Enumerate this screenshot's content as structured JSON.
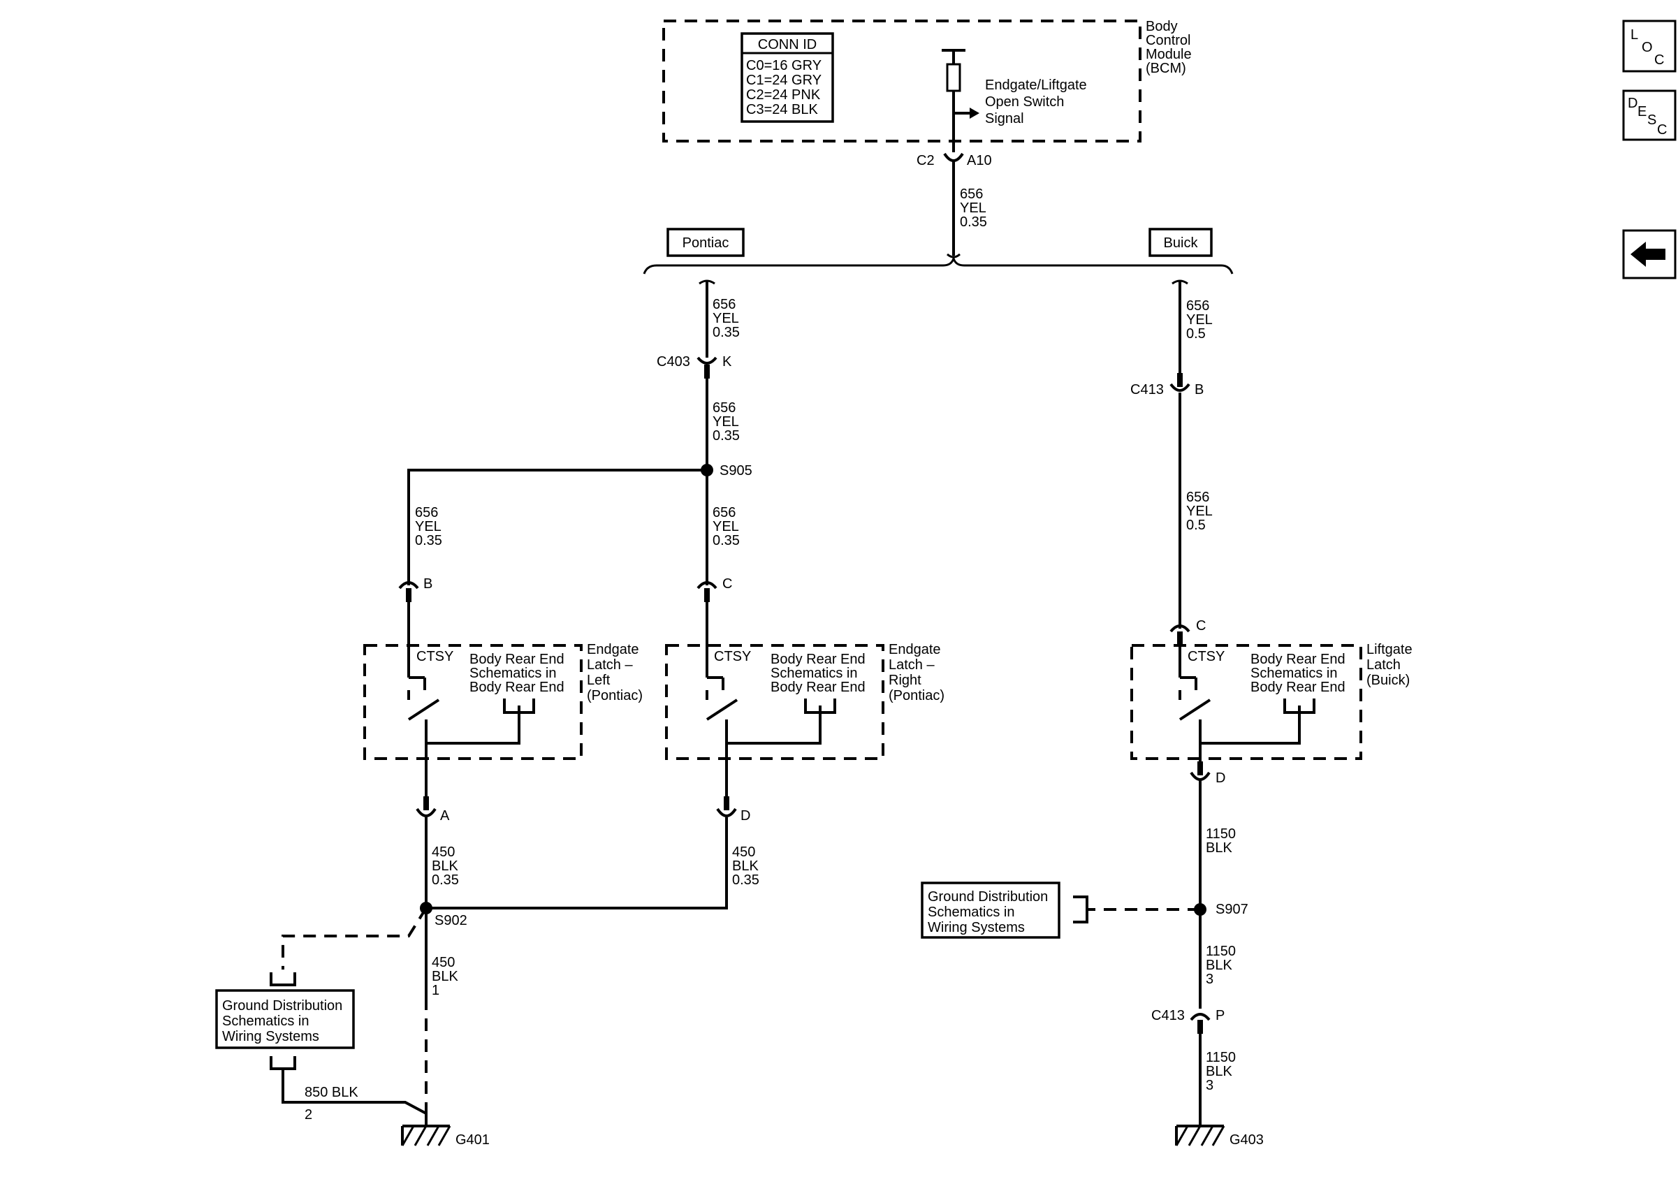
{
  "bcm": {
    "label": [
      "Body",
      "Control",
      "Module",
      "(BCM)"
    ],
    "conn_id_title": "CONN ID",
    "conn_ids": [
      "C0=16 GRY",
      "C1=24 GRY",
      "C2=24 PNK",
      "C3=24 BLK"
    ],
    "signal_label": [
      "Endgate/Liftgate",
      "Open Switch",
      "Signal"
    ],
    "connector": "C2",
    "pin": "A10"
  },
  "trunk_wire": [
    "656",
    "YEL",
    "0.35"
  ],
  "option_pontiac": "Pontiac",
  "option_buick": "Buick",
  "pontiac": {
    "wire_top": [
      "656",
      "YEL",
      "0.35"
    ],
    "c403": "C403",
    "c403_pin": "K",
    "wire_mid": [
      "656",
      "YEL",
      "0.35"
    ],
    "splice_s905": "S905",
    "wire_left": [
      "656",
      "YEL",
      "0.35"
    ],
    "wire_right": [
      "656",
      "YEL",
      "0.35"
    ],
    "pin_b": "B",
    "pin_c": "C",
    "latch_left": {
      "ctsy": "CTSY",
      "ref": [
        "Body Rear End",
        "Schematics in",
        "Body Rear End"
      ],
      "name": [
        "Endgate",
        "Latch –",
        "Left",
        "(Pontiac)"
      ]
    },
    "latch_right": {
      "ctsy": "CTSY",
      "ref": [
        "Body Rear End",
        "Schematics in",
        "Body Rear End"
      ],
      "name": [
        "Endgate",
        "Latch –",
        "Right",
        "(Pontiac)"
      ]
    },
    "pin_a": "A",
    "pin_d": "D",
    "wire_gnd_left": [
      "450",
      "BLK",
      "0.35"
    ],
    "wire_gnd_right": [
      "450",
      "BLK",
      "0.35"
    ],
    "splice_s902": "S902",
    "wire_s902_g401": [
      "450",
      "BLK",
      "1"
    ],
    "ground_ref": [
      "Ground Distribution",
      "Schematics in",
      "Wiring Systems"
    ],
    "wire_850": "850 BLK",
    "wire_850_size": "2",
    "ground_g401": "G401"
  },
  "buick": {
    "wire_top": [
      "656",
      "YEL",
      "0.5"
    ],
    "c413": "C413",
    "c413_pin": "B",
    "wire_mid": [
      "656",
      "YEL",
      "0.5"
    ],
    "pin_c": "C",
    "latch": {
      "ctsy": "CTSY",
      "ref": [
        "Body Rear End",
        "Schematics in",
        "Body Rear End"
      ],
      "name": [
        "Liftgate",
        "Latch",
        "(Buick)"
      ]
    },
    "pin_d": "D",
    "wire_gnd1": [
      "1150",
      "BLK"
    ],
    "splice_s907": "S907",
    "ground_ref": [
      "Ground Distribution",
      "Schematics in",
      "Wiring Systems"
    ],
    "wire_gnd2": [
      "1150",
      "BLK",
      "3"
    ],
    "c413_lower": "C413",
    "c413_lower_pin": "P",
    "wire_gnd3": [
      "1150",
      "BLK",
      "3"
    ],
    "ground_g403": "G403"
  },
  "nav": {
    "loc": [
      "L",
      "O",
      "C"
    ],
    "desc": [
      "D",
      "E",
      "S",
      "C"
    ],
    "back_icon": "left-arrow-icon"
  }
}
